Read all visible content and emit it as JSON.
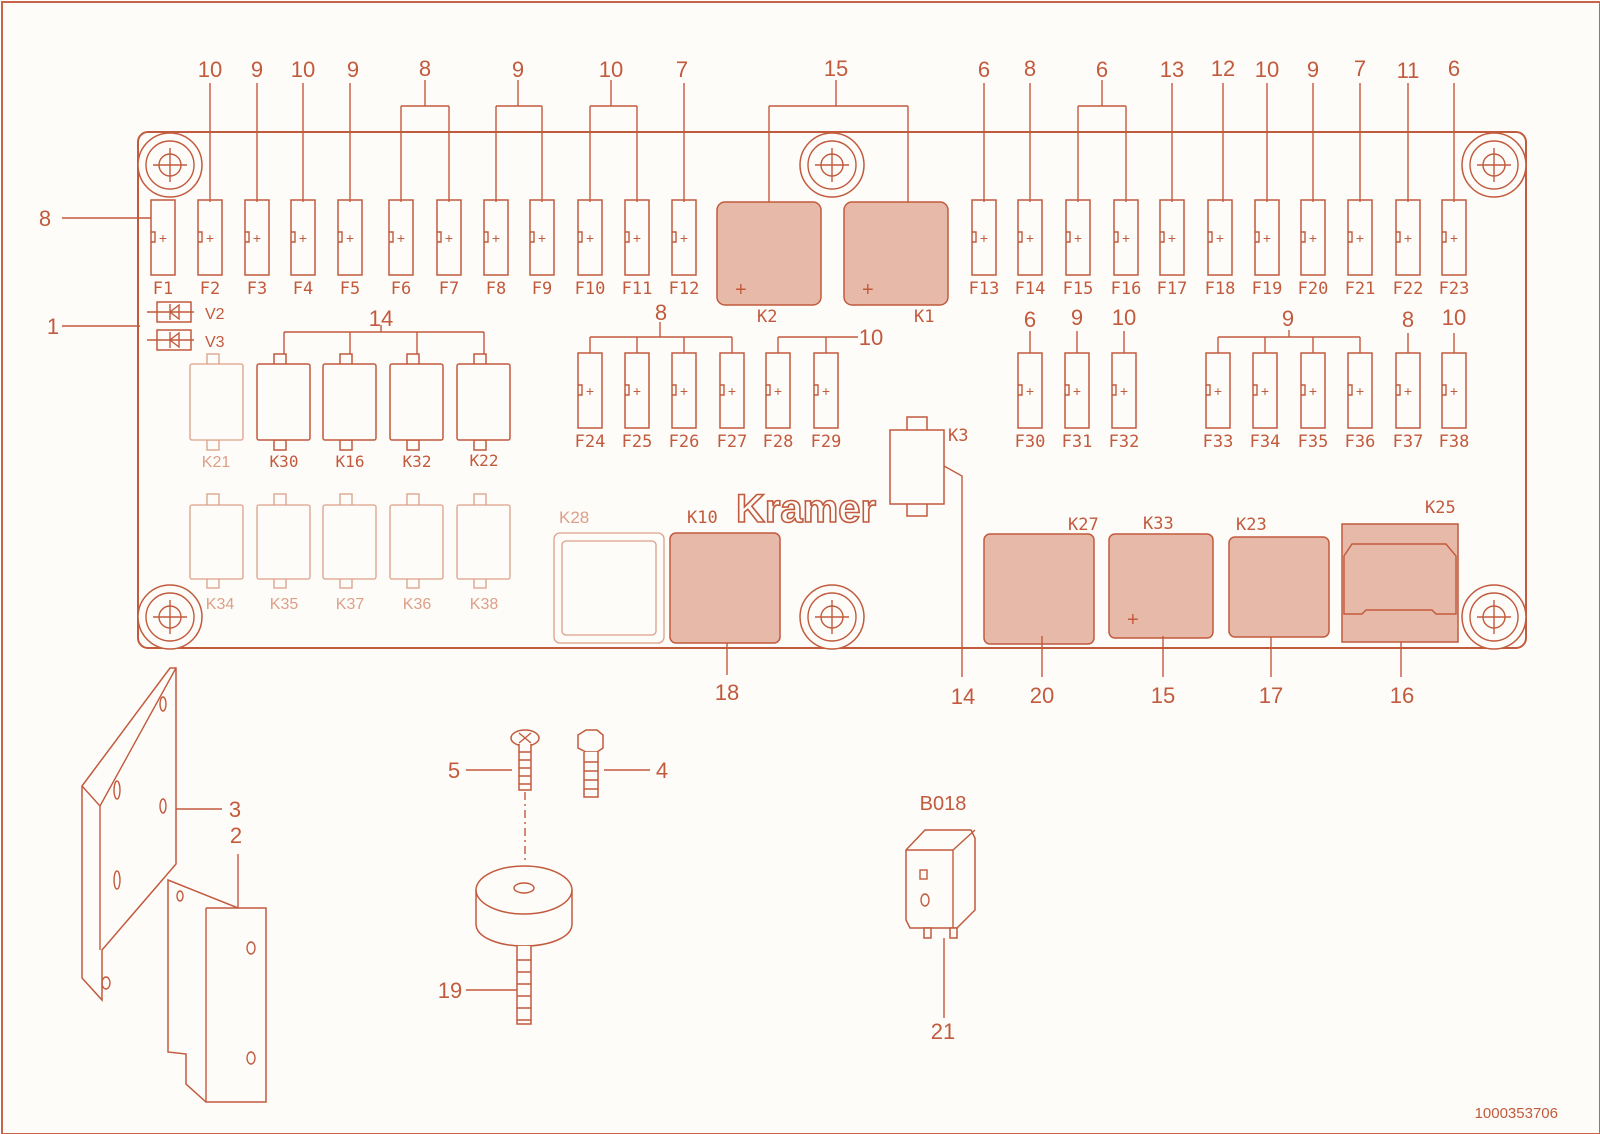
{
  "colors": {
    "line": "#c25a3d",
    "fill": "#e6b9a8",
    "light": "#dd9f88",
    "background": "#fdfcf9"
  },
  "brand": "Kramer",
  "drawing_number": "1000353706",
  "fuses": {
    "top": [
      "F1",
      "F2",
      "F3",
      "F4",
      "F5",
      "F6",
      "F7",
      "F8",
      "F9",
      "F10",
      "F11",
      "F12",
      "F13",
      "F14",
      "F15",
      "F16",
      "F17",
      "F18",
      "F19",
      "F20",
      "F21",
      "F22",
      "F23"
    ],
    "row2a": [
      "F24",
      "F25",
      "F26",
      "F27",
      "F28",
      "F29"
    ],
    "row2b": [
      "F30",
      "F31",
      "F32"
    ],
    "row2c": [
      "F33",
      "F34",
      "F35",
      "F36",
      "F37",
      "F38"
    ]
  },
  "diodes": [
    "V2",
    "V3"
  ],
  "relays": {
    "large": [
      "K2",
      "K1"
    ],
    "bottom": [
      "K28",
      "K10",
      "K27",
      "K33",
      "K23",
      "K25"
    ],
    "small_row1": [
      "K21",
      "K30",
      "K16",
      "K32",
      "K22"
    ],
    "small_row2": [
      "K34",
      "K35",
      "K37",
      "K36",
      "K38"
    ],
    "single": "K3"
  },
  "callouts": {
    "top": [
      "10",
      "9",
      "10",
      "9",
      "8",
      "9",
      "10",
      "7",
      "15",
      "6",
      "8",
      "6",
      "13",
      "12",
      "10",
      "9",
      "7",
      "11",
      "6"
    ],
    "left": [
      "8",
      "1"
    ],
    "inner": [
      "14",
      "8",
      "10",
      "6",
      "9",
      "10",
      "9",
      "8",
      "10"
    ],
    "bottom": [
      "18",
      "14",
      "20",
      "15",
      "17",
      "16"
    ],
    "parts": [
      "3",
      "2",
      "5",
      "4",
      "19",
      "21"
    ]
  },
  "part_label": "B018"
}
